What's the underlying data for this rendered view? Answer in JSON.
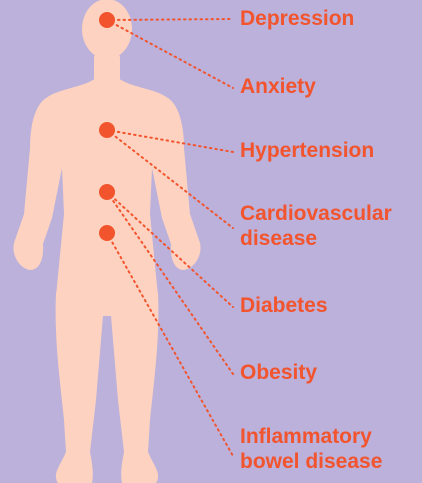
{
  "colors": {
    "background": "#bbb1db",
    "body": "#fdd2c0",
    "accent": "#f2542d"
  },
  "conditions": [
    {
      "lines": [
        "Depression"
      ]
    },
    {
      "lines": [
        "Anxiety"
      ]
    },
    {
      "lines": [
        "Hypertension"
      ]
    },
    {
      "lines": [
        "Cardiovascular",
        "disease"
      ]
    },
    {
      "lines": [
        "Diabetes"
      ]
    },
    {
      "lines": [
        "Obesity"
      ]
    },
    {
      "lines": [
        "Inflammatory",
        "bowel disease"
      ]
    }
  ]
}
